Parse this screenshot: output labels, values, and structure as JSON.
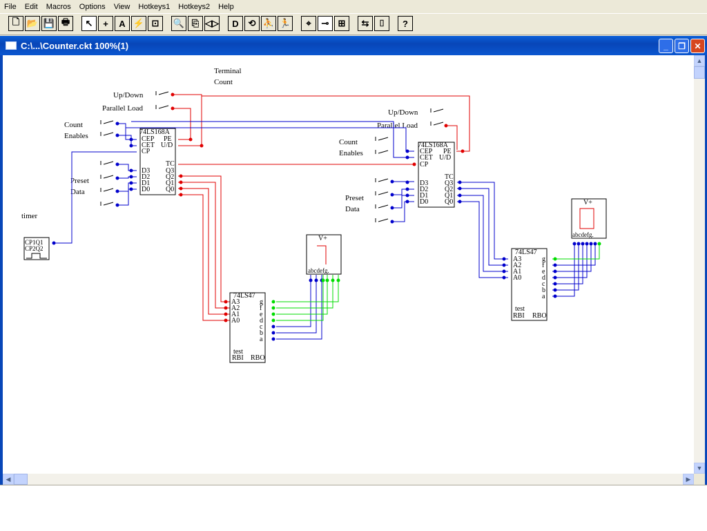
{
  "menu": [
    "File",
    "Edit",
    "Macros",
    "Options",
    "View",
    "Hotkeys1",
    "Hotkeys2",
    "Help"
  ],
  "toolbar": {
    "buttons": [
      {
        "name": "new-file-icon",
        "glyph": "🗋"
      },
      {
        "name": "open-folder-icon",
        "glyph": "📂"
      },
      {
        "name": "save-icon",
        "glyph": "💾"
      },
      {
        "name": "print-icon",
        "glyph": "🖶"
      },
      {
        "name": "select-arrow-icon",
        "glyph": "↖"
      },
      {
        "name": "wire-cross-icon",
        "glyph": "+"
      },
      {
        "name": "text-tool-icon",
        "glyph": "A"
      },
      {
        "name": "signal-icon",
        "glyph": "⚡"
      },
      {
        "name": "probe-icon",
        "glyph": "⊡"
      },
      {
        "name": "zoom-icon",
        "glyph": "🔍"
      },
      {
        "name": "paste-icon",
        "glyph": "⎘"
      },
      {
        "name": "mirror-icon",
        "glyph": "◁▷"
      },
      {
        "name": "gate-icon",
        "glyph": "D"
      },
      {
        "name": "rotate-icon",
        "glyph": "⟲"
      },
      {
        "name": "step-icon",
        "glyph": "⛹"
      },
      {
        "name": "run-icon",
        "glyph": "🏃"
      },
      {
        "name": "pin-icon",
        "glyph": "⌖"
      },
      {
        "name": "wire-mode-icon",
        "glyph": "⊸"
      },
      {
        "name": "grid-icon",
        "glyph": "⊞"
      },
      {
        "name": "rotate-part-icon",
        "glyph": "⇆"
      },
      {
        "name": "bracket-icon",
        "glyph": "⌷"
      },
      {
        "name": "help-icon",
        "glyph": "?"
      }
    ]
  },
  "window": {
    "title": "C:\\...\\Counter.ckt 100%(1)",
    "min": "_",
    "max": "❐",
    "close": "✕"
  },
  "circuit": {
    "label_terminal": "Terminal",
    "label_count": "Count",
    "label_updown_1": "Up/Down",
    "label_parallel_1": "Parallel Load",
    "label_count_1": "Count",
    "label_enables_1": "Enables",
    "label_preset_1": "Preset",
    "label_data_1": "Data",
    "label_timer": "timer",
    "label_updown_2": "Up/Down",
    "label_parallel_2": "Parallel Load",
    "label_count_2": "Count",
    "label_enables_2": "Enables",
    "label_preset_2": "Preset",
    "label_data_2": "Data",
    "chip_counter": "74LS168A",
    "chip_decoder": "74LS47",
    "pin_cep": "CEP",
    "pin_cet": "CET",
    "pin_cp": "CP",
    "pin_pe": "PE",
    "pin_ud": "U/D",
    "pin_tc": "TC",
    "pin_d3": "D3",
    "pin_d2": "D2",
    "pin_d1": "D1",
    "pin_d0": "D0",
    "pin_q3": "Q3",
    "pin_q2": "Q2",
    "pin_q1": "Q1",
    "pin_q0": "Q0",
    "pin_a3": "A3",
    "pin_a2": "A2",
    "pin_a1": "A1",
    "pin_a0": "A0",
    "seg_g": "g",
    "seg_f": "f",
    "seg_e": "e",
    "seg_d": "d",
    "seg_c": "c",
    "seg_b": "b",
    "seg_a": "a",
    "pin_test": "test",
    "pin_rbi": "RBI",
    "pin_rbo": "RBO",
    "display_vplus": "V+",
    "display_pins": "abcdefg.",
    "timer_row1": "CP1Q1",
    "timer_row2": "CP2Q2"
  },
  "colors": {
    "active": "#e00000",
    "inactive": "#0000cc",
    "segment": "#00dd00",
    "chip": "#000000"
  }
}
